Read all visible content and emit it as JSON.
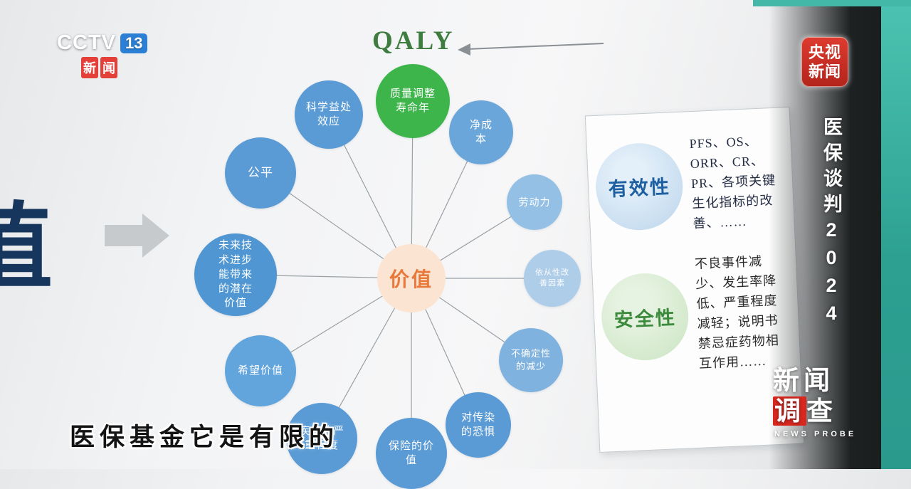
{
  "broadcast": {
    "channel_bug": {
      "cctv": "CCTV",
      "number": "13",
      "label_char1": "新",
      "label_char2": "闻"
    },
    "corner_logo": {
      "line1": "央视",
      "line2": "新闻"
    },
    "side_banner": "医保谈判2024",
    "program_logo": {
      "line1": "新闻",
      "char_diao": "调",
      "char_cha": "查",
      "subtitle": "NEWS PROBE"
    },
    "caption": "医保基金它是有限的"
  },
  "slide": {
    "title": "QALY",
    "left_partial_title": "值",
    "center_label": "价值",
    "bubbles": [
      {
        "label": "质量调整寿命年"
      },
      {
        "label": "科学益处效应"
      },
      {
        "label": "公平"
      },
      {
        "label": "未来技术进步能带来的潜在价值"
      },
      {
        "label": "希望价值"
      },
      {
        "label": "疾病的严重程度"
      },
      {
        "label": "保险的价值"
      },
      {
        "label": "对传染的恐惧"
      },
      {
        "label": "不确定性的减少"
      },
      {
        "label": "依从性改善因素"
      },
      {
        "label": "劳动力"
      },
      {
        "label": "净成本"
      }
    ],
    "panel": {
      "effectiveness": {
        "label": "有效性",
        "text": "PFS、OS、ORR、CR、PR、各项关键生化指标的改善、……"
      },
      "safety": {
        "label": "安全性",
        "text": "不良事件减少、发生率降低、严重程度减轻；说明书禁忌症药物相互作用……"
      }
    }
  },
  "colors": {
    "teal_strip": "#2da092",
    "qaly_green": "#3db54b",
    "bubble_blue": "#5b9bd5",
    "center_fill": "#fbe4d2",
    "center_text": "#e8793a",
    "effectiveness_blue": "#1d5fa0",
    "safety_green": "#3c8a3c",
    "logo_red": "#d8281f"
  }
}
